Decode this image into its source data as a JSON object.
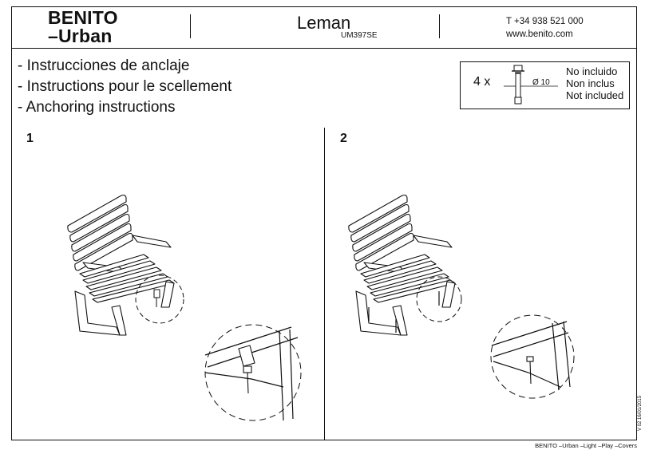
{
  "header": {
    "brand_line1": "BENITO",
    "brand_line2": "–Urban",
    "product_name": "Leman",
    "model_code": "UM397SE",
    "phone": "T +34 938 521 000",
    "website": "www.benito.com"
  },
  "titles": [
    "- Instrucciones de anclaje",
    "- Instructions pour le scellement",
    "- Anchoring instructions"
  ],
  "hardware_note": {
    "quantity": "4 x",
    "diameter": "Ø 10",
    "lines": [
      "No incluido",
      "Non inclus",
      "Not included"
    ]
  },
  "steps": [
    {
      "number": "1"
    },
    {
      "number": "2"
    }
  ],
  "version": "V 02 16/01/2015",
  "footer": "BENITO –Urban –Light –Play –Covers"
}
